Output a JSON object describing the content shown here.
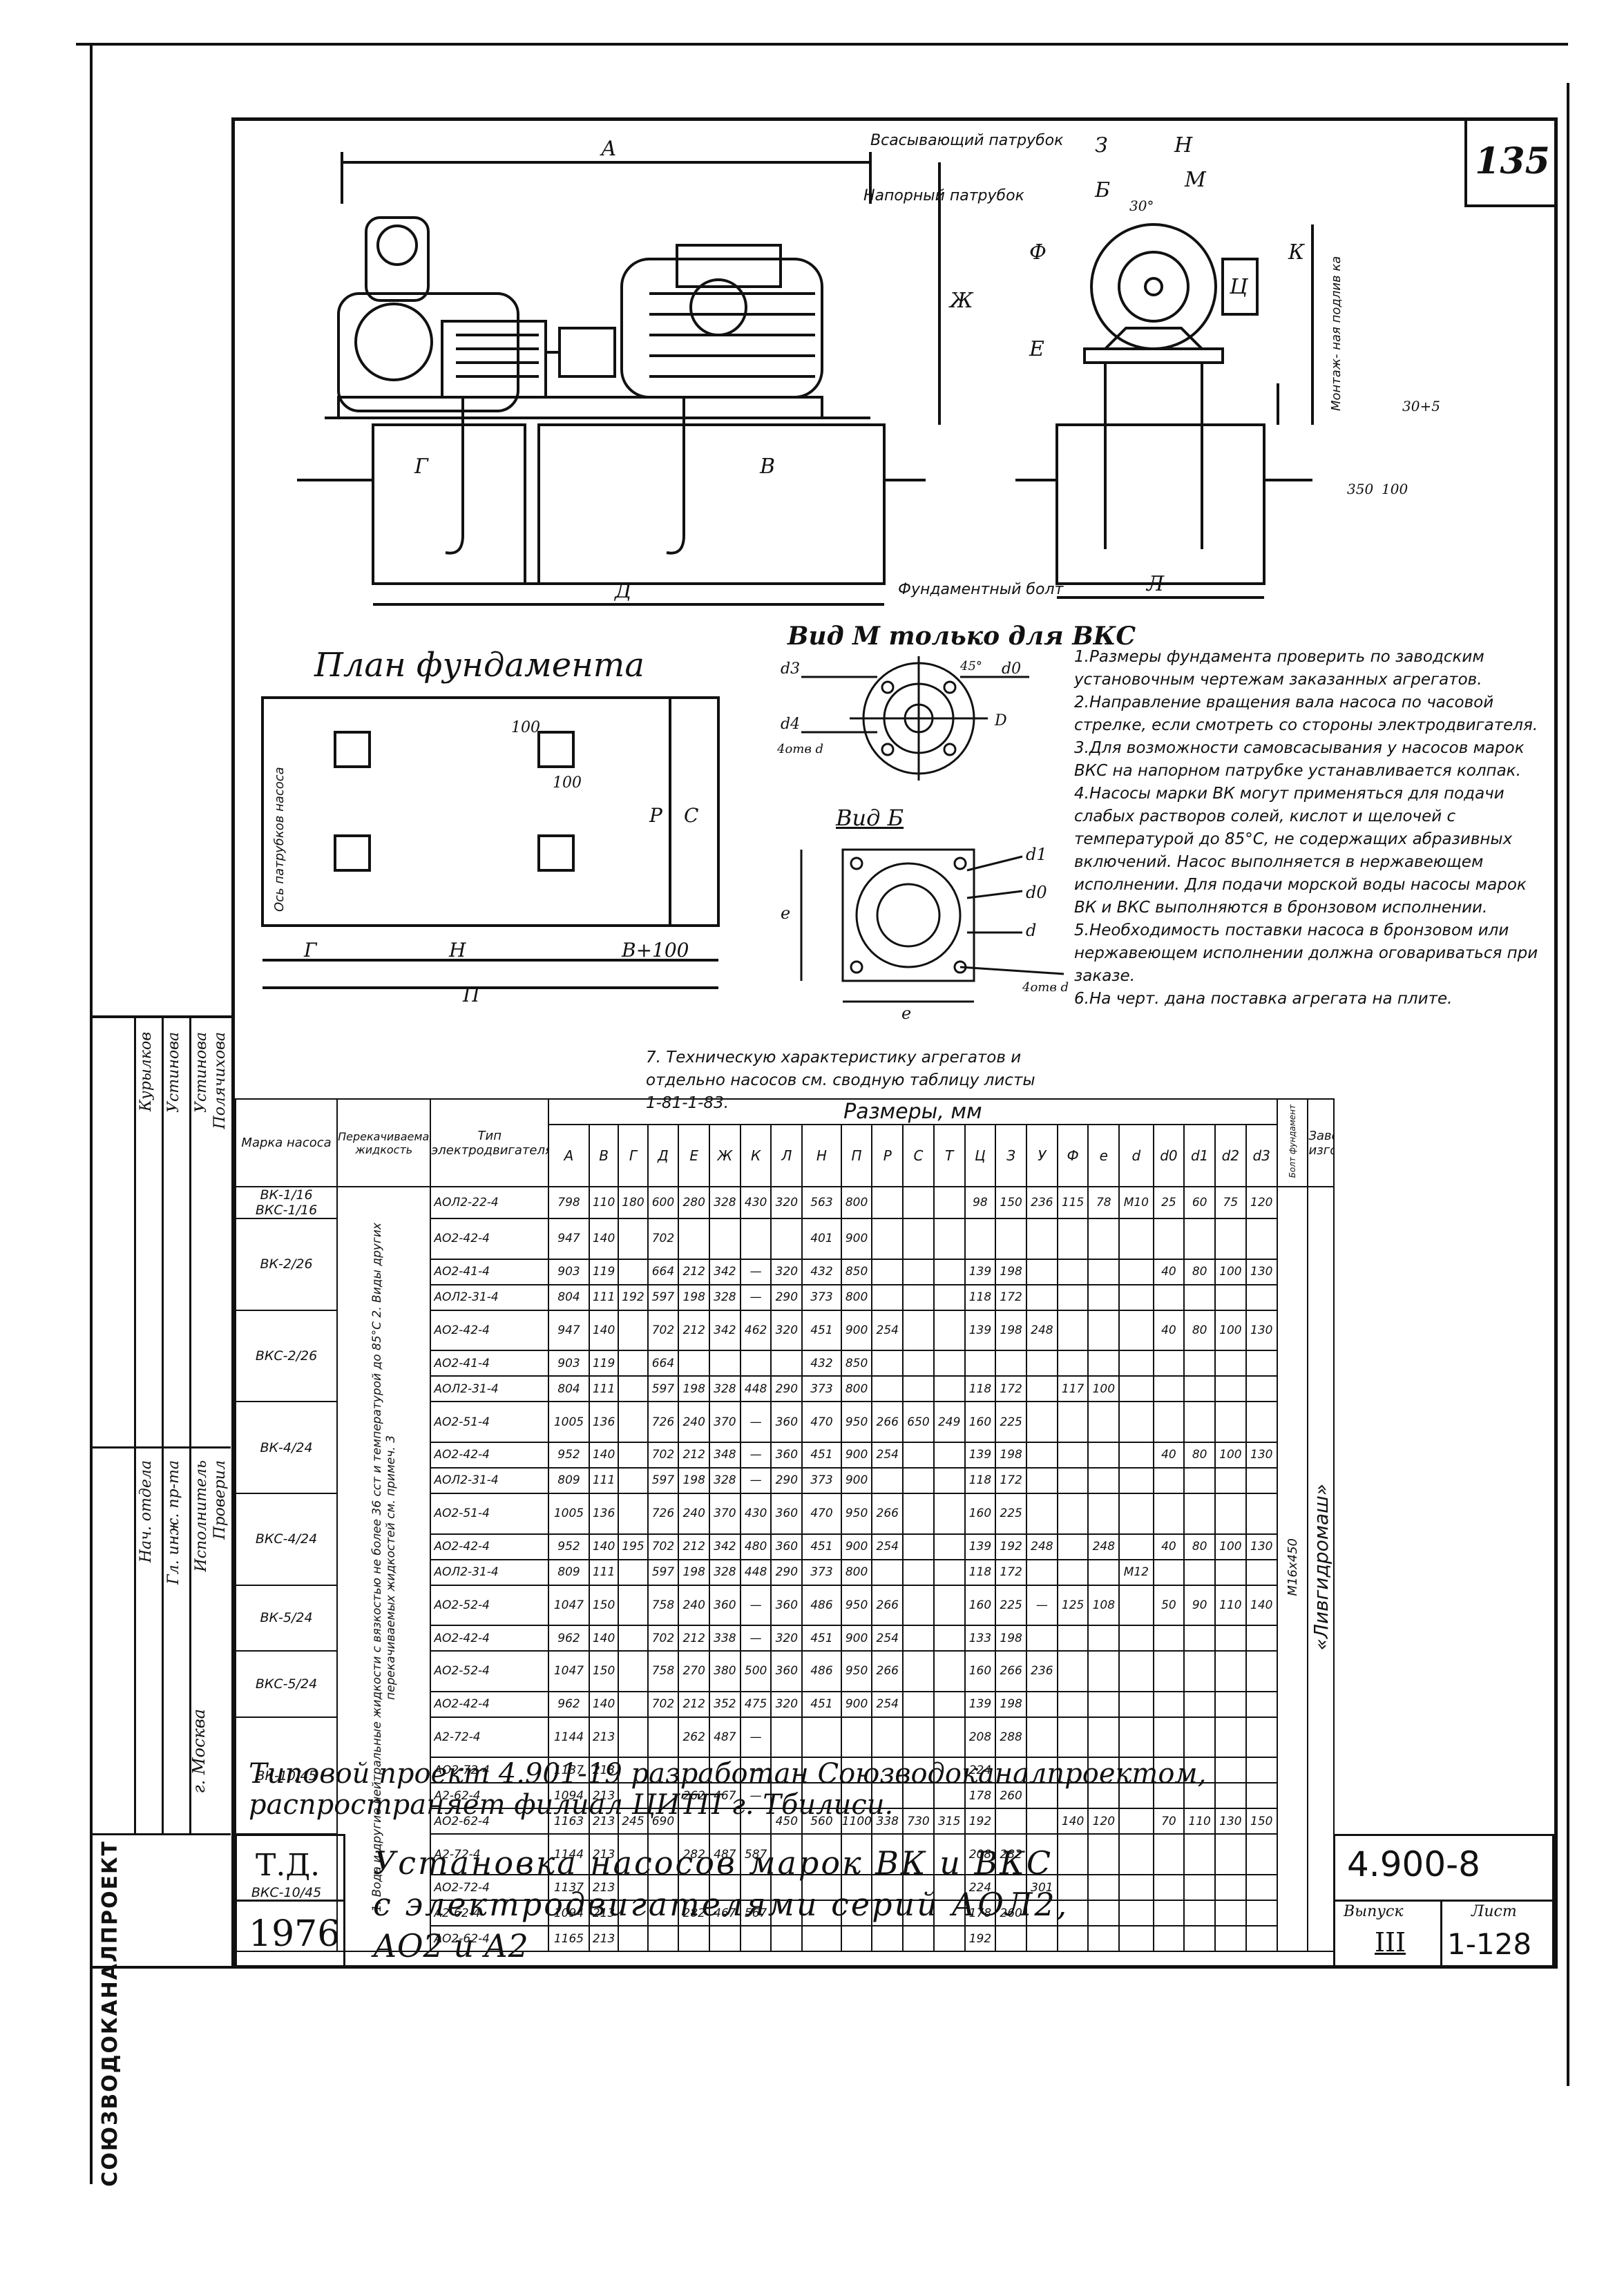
{
  "sheet": {
    "sheet_number": "135",
    "view_m_title": "Вид М только для ВКС",
    "plan_title": "План фундамента",
    "view_b_title": "Вид Б"
  },
  "drawing_labels": {
    "suction_pipe": "Всасывающий патрубок",
    "pressure_pipe": "Напорный патрубок",
    "foundation_bolt": "Фундаментный болт",
    "montage_label": "Монтаж- ная подлив ка",
    "pipe_axis": "Ось патрубков насоса",
    "dims_top": [
      "А",
      "З",
      "Н",
      "М",
      "Б",
      "К",
      "Ж",
      "Е",
      "Ф",
      "Г",
      "В",
      "Д",
      "Л",
      "Ц",
      "30°",
      "30+5"
    ],
    "dims_side": [
      "350",
      "100"
    ],
    "plan_dims": [
      "Г",
      "Н",
      "В+100",
      "П",
      "С",
      "Р",
      "100",
      "100"
    ],
    "view_m_dims": [
      "d3",
      "d4",
      "4отв d",
      "45°",
      "d0",
      "D"
    ],
    "view_b_dims": [
      "d1",
      "d0",
      "d",
      "4отв d",
      "е",
      "е"
    ]
  },
  "notes": [
    "1.Размеры фундамента проверить по заводским установочным чертежам заказанных агрегатов.",
    "2.Направление вращения вала насоса по часовой стрелке, если смотреть со стороны электродвигателя.",
    "3.Для возможности самовсасывания у насосов марок ВКС на напорном патрубке устанавливается колпак.",
    "4.Насосы марки ВК могут применяться для подачи слабых растворов солей, кислот и щелочей с температурой до 85°С, не содержащих абразивных включений. Насос выполняется в нержавеющем исполнении. Для подачи морской воды насосы марок ВК и ВКС выполняются в бронзовом исполнении.",
    "5.Необходимость поставки насоса в бронзовом или нержавеющем исполнении должна оговариваться при заказе.",
    "6.На черт. дана поставка агрегата на плите."
  ],
  "note7": "7. Техническую характеристику агрегатов и отдельно насосов см. сводную таблицу листы 1-81-1-83.",
  "signatures": {
    "roles": [
      "Нач. отдела",
      "Гл. инж. пр-та",
      "Исполнитель",
      "Проверил"
    ],
    "names": [
      "Курылков",
      "Устинова",
      "Устинова",
      "Полячихова"
    ],
    "org_vertical": "СОЮЗВОДОКАНАЛПРОЕКТ",
    "city": "г. Москва"
  },
  "table": {
    "header_mark": "Марка насоса",
    "header_liquid": "Перекачиваемая жидкость",
    "header_motor": "Тип электродвигателя",
    "header_sizes": "Размеры, мм",
    "header_bolt": "Болт фундамент",
    "header_plant": "Завод изготовитель",
    "columns": [
      "А",
      "В",
      "Г",
      "Д",
      "Е",
      "Ж",
      "К",
      "Л",
      "Н",
      "П",
      "Р",
      "С",
      "Т",
      "Ц",
      "З",
      "У",
      "Ф",
      "е",
      "d",
      "d0",
      "d1",
      "d2",
      "d3"
    ],
    "liquid_text": "1. Вода и другие нейтральные жидкости с вязкостью не более 36 сст и температурой до 85°С  2. Виды других перекачиваемых жидкостей см. примеч. 3",
    "bolt_text": "М16х450",
    "plant_text": "«Ливгидромаш»",
    "groups": [
      {
        "mark": "ВК-1/16 ВКС-1/16",
        "rows": [
          [
            "АОЛ2-22-4",
            "798",
            "110",
            "180",
            "600",
            "280",
            "328",
            "430",
            "320",
            "563",
            "800",
            "",
            "",
            "",
            "98",
            "150",
            "236",
            "115",
            "78",
            "М10",
            "25",
            "60",
            "75",
            "120"
          ]
        ]
      },
      {
        "mark": "ВК-2/26",
        "rows": [
          [
            "АО2-42-4",
            "947",
            "140",
            "",
            "702",
            "",
            "",
            "",
            "",
            "401",
            "900",
            "",
            "",
            "",
            "",
            "",
            "",
            "",
            "",
            "",
            "",
            "",
            "",
            ""
          ],
          [
            "АО2-41-4",
            "903",
            "119",
            "",
            "664",
            "212",
            "342",
            "—",
            "320",
            "432",
            "850",
            "",
            "",
            "",
            "139",
            "198",
            "",
            "",
            "",
            "",
            "40",
            "80",
            "100",
            "130"
          ],
          [
            "АОЛ2-31-4",
            "804",
            "111",
            "192",
            "597",
            "198",
            "328",
            "—",
            "290",
            "373",
            "800",
            "",
            "",
            "",
            "118",
            "172",
            "",
            "",
            "",
            "",
            "",
            "",
            "",
            ""
          ]
        ]
      },
      {
        "mark": "ВКС-2/26",
        "rows": [
          [
            "АО2-42-4",
            "947",
            "140",
            "",
            "702",
            "212",
            "342",
            "462",
            "320",
            "451",
            "900",
            "254",
            "",
            "",
            "139",
            "198",
            "248",
            "",
            "",
            "",
            "40",
            "80",
            "100",
            "130"
          ],
          [
            "АО2-41-4",
            "903",
            "119",
            "",
            "664",
            "",
            "",
            "",
            "",
            "432",
            "850",
            "",
            "",
            "",
            "",
            "",
            "",
            "",
            "",
            "",
            "",
            "",
            "",
            ""
          ],
          [
            "АОЛ2-31-4",
            "804",
            "111",
            "",
            "597",
            "198",
            "328",
            "448",
            "290",
            "373",
            "800",
            "",
            "",
            "",
            "118",
            "172",
            "",
            "117",
            "100",
            "",
            "",
            "",
            "",
            ""
          ]
        ]
      },
      {
        "mark": "ВК-4/24",
        "rows": [
          [
            "АО2-51-4",
            "1005",
            "136",
            "",
            "726",
            "240",
            "370",
            "—",
            "360",
            "470",
            "950",
            "266",
            "650",
            "249",
            "160",
            "225",
            "",
            "",
            "",
            "",
            "",
            "",
            "",
            ""
          ],
          [
            "АО2-42-4",
            "952",
            "140",
            "",
            "702",
            "212",
            "348",
            "—",
            "360",
            "451",
            "900",
            "254",
            "",
            "",
            "139",
            "198",
            "",
            "",
            "",
            "",
            "40",
            "80",
            "100",
            "130"
          ],
          [
            "АОЛ2-31-4",
            "809",
            "111",
            "",
            "597",
            "198",
            "328",
            "—",
            "290",
            "373",
            "900",
            "",
            "",
            "",
            "118",
            "172",
            "",
            "",
            "",
            "",
            "",
            "",
            "",
            ""
          ]
        ]
      },
      {
        "mark": "ВКС-4/24",
        "rows": [
          [
            "АО2-51-4",
            "1005",
            "136",
            "",
            "726",
            "240",
            "370",
            "430",
            "360",
            "470",
            "950",
            "266",
            "",
            "",
            "160",
            "225",
            "",
            "",
            "",
            "",
            "",
            "",
            "",
            ""
          ],
          [
            "АО2-42-4",
            "952",
            "140",
            "195",
            "702",
            "212",
            "342",
            "480",
            "360",
            "451",
            "900",
            "254",
            "",
            "",
            "139",
            "192",
            "248",
            "",
            "248",
            "",
            "40",
            "80",
            "100",
            "130"
          ],
          [
            "АОЛ2-31-4",
            "809",
            "111",
            "",
            "597",
            "198",
            "328",
            "448",
            "290",
            "373",
            "800",
            "",
            "",
            "",
            "118",
            "172",
            "",
            "",
            "",
            "М12",
            "",
            "",
            "",
            ""
          ]
        ]
      },
      {
        "mark": "ВК-5/24",
        "rows": [
          [
            "АО2-52-4",
            "1047",
            "150",
            "",
            "758",
            "240",
            "360",
            "—",
            "360",
            "486",
            "950",
            "266",
            "",
            "",
            "160",
            "225",
            "—",
            "125",
            "108",
            "",
            "50",
            "90",
            "110",
            "140"
          ],
          [
            "АО2-42-4",
            "962",
            "140",
            "",
            "702",
            "212",
            "338",
            "—",
            "320",
            "451",
            "900",
            "254",
            "",
            "",
            "133",
            "198",
            "",
            "",
            "",
            "",
            "",
            "",
            "",
            ""
          ]
        ]
      },
      {
        "mark": "ВКС-5/24",
        "rows": [
          [
            "АО2-52-4",
            "1047",
            "150",
            "",
            "758",
            "270",
            "380",
            "500",
            "360",
            "486",
            "950",
            "266",
            "",
            "",
            "160",
            "266",
            "236",
            "",
            "",
            "",
            "",
            "",
            "",
            ""
          ],
          [
            "АО2-42-4",
            "962",
            "140",
            "",
            "702",
            "212",
            "352",
            "475",
            "320",
            "451",
            "900",
            "254",
            "",
            "",
            "139",
            "198",
            "",
            "",
            "",
            "",
            "",
            "",
            "",
            ""
          ]
        ]
      },
      {
        "mark": "ВК-10/45",
        "rows": [
          [
            "А2-72-4",
            "1144",
            "213",
            "",
            "",
            "262",
            "487",
            "—",
            "",
            "",
            "",
            "",
            "",
            "",
            "208",
            "288",
            "",
            "",
            "",
            "",
            "",
            "",
            "",
            ""
          ],
          [
            "АО2-72-4",
            "1137",
            "213",
            "",
            "",
            "",
            "",
            "—",
            "",
            "",
            "",
            "",
            "",
            "",
            "224",
            "",
            "",
            "",
            "",
            "",
            "",
            "",
            "",
            ""
          ],
          [
            "А2-62-4",
            "1094",
            "213",
            "",
            "",
            "262",
            "467",
            "—",
            "",
            "",
            "",
            "",
            "",
            "",
            "178",
            "260",
            "",
            "",
            "",
            "",
            "",
            "",
            "",
            ""
          ],
          [
            "АО2-62-4",
            "1163",
            "213",
            "245",
            "690",
            "",
            "",
            "",
            "450",
            "560",
            "1100",
            "338",
            "730",
            "315",
            "192",
            "",
            "",
            "140",
            "120",
            "",
            "70",
            "110",
            "130",
            "150"
          ]
        ]
      },
      {
        "mark": "ВКС-10/45",
        "rows": [
          [
            "А2-72-4",
            "1144",
            "213",
            "",
            "",
            "282",
            "487",
            "587",
            "",
            "",
            "",
            "",
            "",
            "",
            "208",
            "282",
            "",
            "",
            "",
            "",
            "",
            "",
            "",
            ""
          ],
          [
            "АО2-72-4",
            "1137",
            "213",
            "",
            "",
            "",
            "",
            "",
            "",
            "",
            "",
            "",
            "",
            "",
            "224",
            "",
            "301",
            "",
            "",
            "",
            "",
            "",
            "",
            ""
          ],
          [
            "А2-62-4",
            "1094",
            "213",
            "",
            "",
            "282",
            "467",
            "567",
            "",
            "",
            "",
            "",
            "",
            "",
            "178",
            "260",
            "",
            "",
            "",
            "",
            "",
            "",
            "",
            ""
          ],
          [
            "АО2-62-4",
            "1165",
            "213",
            "",
            "",
            "",
            "",
            "",
            "",
            "",
            "",
            "",
            "",
            "",
            "192",
            "",
            "",
            "",
            "",
            "",
            "",
            "",
            "",
            ""
          ]
        ]
      }
    ]
  },
  "footer": {
    "project_line1": "Типовой проект 4.901-19 разработан Союзводоканалпроектом,",
    "project_line2": "распространяет филиал ЦИТП г. Тбилиси.",
    "td_label": "Т.Д.",
    "year": "1976",
    "title_line1": "Установка насосов марок ВК и ВКС",
    "title_line2": "с электродвигателями серий АОЛ2,",
    "title_line3": "АО2 и А2",
    "doc_code": "4.900-8",
    "issue_label": "Выпуск",
    "issue_value": "III",
    "sheet_label": "Лист",
    "sheet_value": "1-128"
  }
}
